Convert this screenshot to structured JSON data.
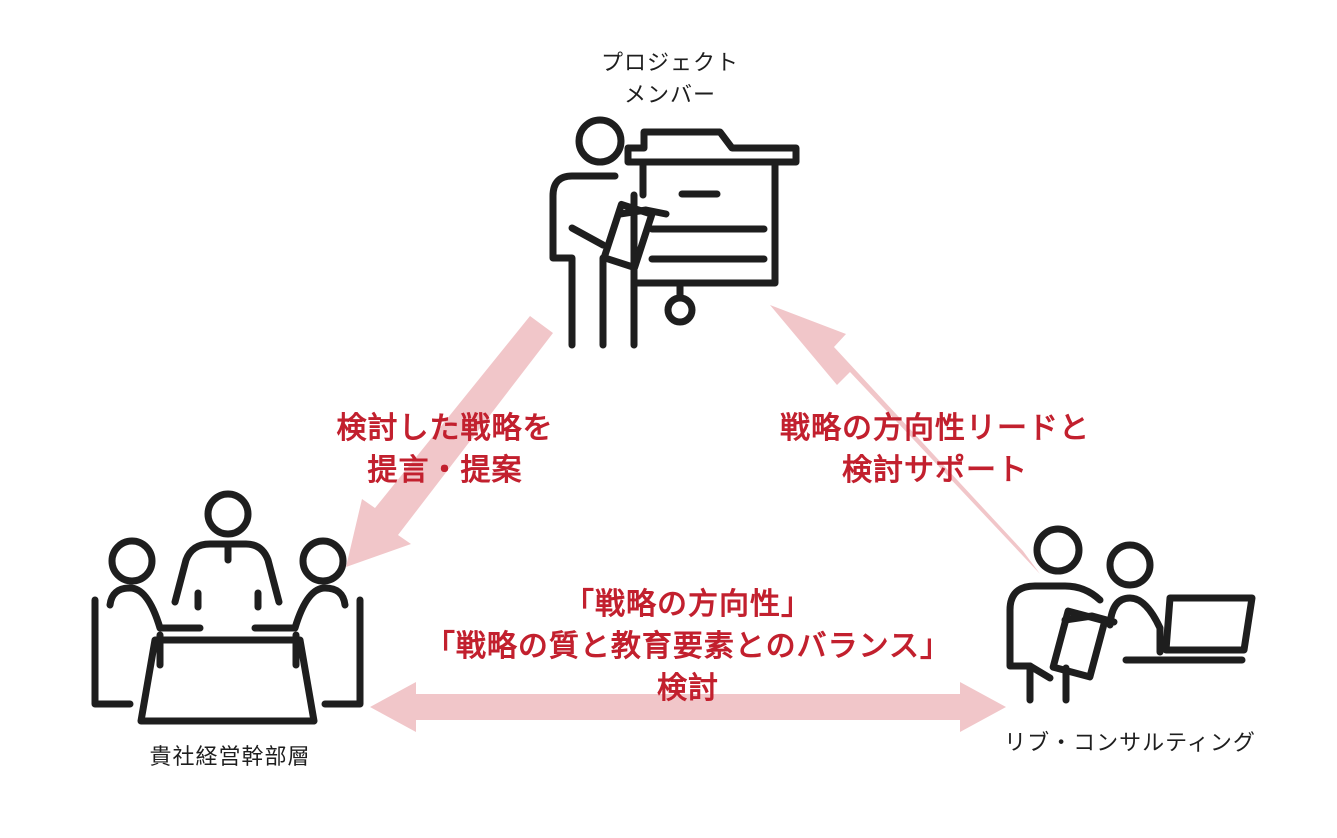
{
  "colors": {
    "arrow": "#f1c6c9",
    "accent_text": "#c2202e",
    "icon_stroke": "#1e1e1e"
  },
  "nodes": {
    "project_member": {
      "line1": "プロジェクト",
      "line2": "メンバー",
      "icon": "presenter-whiteboard-icon"
    },
    "executives": {
      "label": "貴社経営幹部層",
      "icon": "meeting-table-icon"
    },
    "consulting": {
      "label": "リブ・コンサルティング",
      "icon": "consultants-laptop-icon"
    }
  },
  "edges": {
    "left": {
      "line1": "検討した戦略を",
      "line2": "提言・提案"
    },
    "right": {
      "line1": "戦略の方向性リードと",
      "line2": "検討サポート"
    },
    "bottom": {
      "line1": "「戦略の方向性」",
      "line2": "「戦略の質と教育要素とのバランス」",
      "line3": "検討"
    }
  }
}
